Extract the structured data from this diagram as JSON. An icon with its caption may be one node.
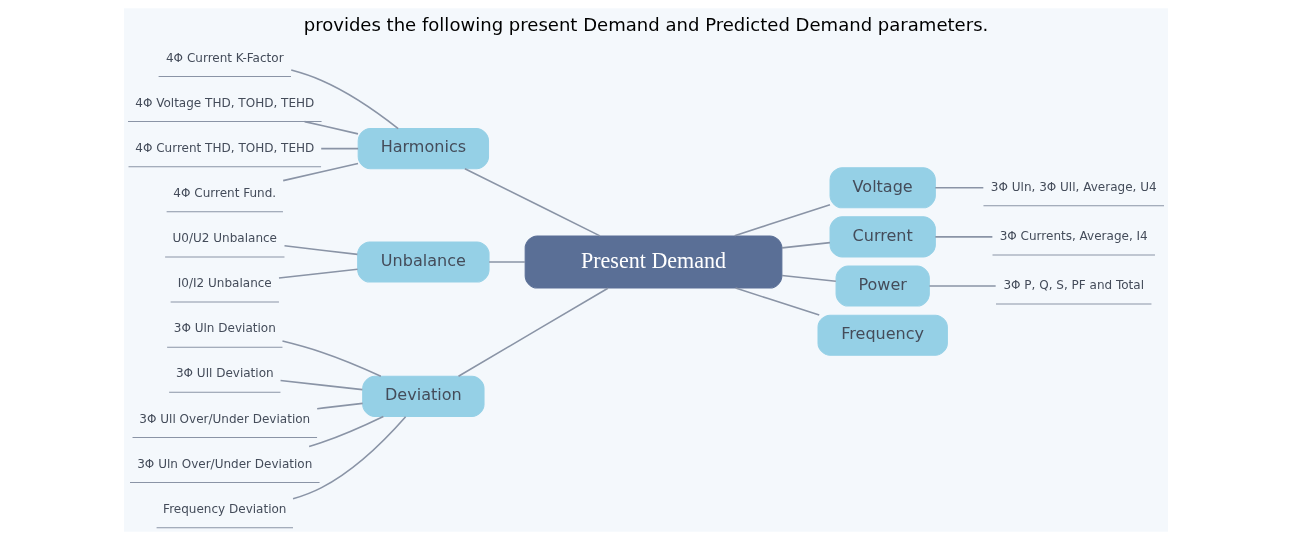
{
  "diagram": {
    "title": "provides the following present Demand and Predicted Demand parameters.",
    "nodes": [
      {
        "text": [
          "4Φ Current K-Factor"
        ]
      },
      {
        "text": [
          "4Φ Voltage THD, TOHD, TEHD"
        ]
      },
      {
        "text": [
          "4Φ Current THD, TOHD, TEHD"
        ]
      },
      {
        "text": [
          "4Φ Current Fund."
        ]
      },
      {
        "text": [
          "Harmonics"
        ]
      },
      {
        "text": [
          "U0/U2 Unbalance"
        ]
      },
      {
        "text": [
          "I0/I2 Unbalance"
        ]
      },
      {
        "text": [
          "Unbalance"
        ]
      },
      {
        "text": [
          "3Φ Uln Deviation"
        ]
      },
      {
        "text": [
          "3Φ Ull Deviation"
        ]
      },
      {
        "text": [
          "3Φ Ull Over/Under Deviation"
        ]
      },
      {
        "text": [
          "3Φ Uln Over/Under Deviation"
        ]
      },
      {
        "text": [
          "Frequency Deviation"
        ]
      },
      {
        "text": [
          "Deviation"
        ]
      },
      {
        "text": [
          "Present Demand"
        ]
      },
      {
        "text": [
          "Voltage"
        ]
      },
      {
        "text": [
          "3Φ Uln, 3Φ Ull, Average, U4"
        ]
      },
      {
        "text": [
          "Current"
        ]
      },
      {
        "text": [
          "3Φ Currents, Average, I4"
        ]
      },
      {
        "text": [
          "Power"
        ]
      },
      {
        "text": [
          "3Φ P, Q, S, PF and Total"
        ]
      },
      {
        "text": [
          "Frequency"
        ]
      }
    ],
    "edges": [
      {
        "from": 0,
        "to": 4,
        "arrow": "none"
      },
      {
        "from": 1,
        "to": 4,
        "arrow": "none"
      },
      {
        "from": 2,
        "to": 4,
        "arrow": "none"
      },
      {
        "from": 3,
        "to": 4,
        "arrow": "none"
      },
      {
        "from": 4,
        "to": 14,
        "arrow": "none"
      },
      {
        "from": 5,
        "to": 7,
        "arrow": "none"
      },
      {
        "from": 6,
        "to": 7,
        "arrow": "none"
      },
      {
        "from": 7,
        "to": 14,
        "arrow": "none"
      },
      {
        "from": 8,
        "to": 13,
        "arrow": "none"
      },
      {
        "from": 9,
        "to": 13,
        "arrow": "none"
      },
      {
        "from": 10,
        "to": 13,
        "arrow": "none"
      },
      {
        "from": 11,
        "to": 13,
        "arrow": "none"
      },
      {
        "from": 12,
        "to": 13,
        "arrow": "none"
      },
      {
        "from": 13,
        "to": 14,
        "arrow": "none"
      },
      {
        "from": 14,
        "to": 15,
        "arrow": "none"
      },
      {
        "from": 15,
        "to": 16,
        "arrow": "none"
      },
      {
        "from": 14,
        "to": 17,
        "arrow": "none"
      },
      {
        "from": 17,
        "to": 18,
        "arrow": "none"
      },
      {
        "from": 14,
        "to": 19,
        "arrow": "none"
      },
      {
        "from": 19,
        "to": 20,
        "arrow": "none"
      },
      {
        "from": 14,
        "to": 21,
        "arrow": "none"
      }
    ]
  }
}
